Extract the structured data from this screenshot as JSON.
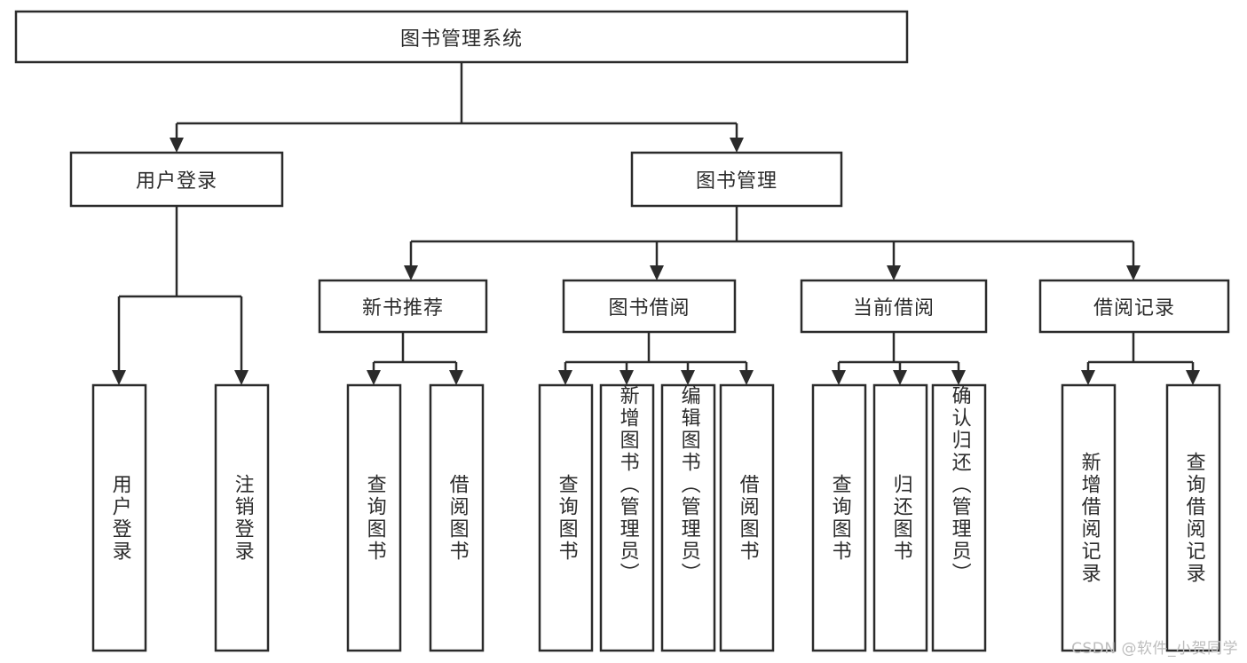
{
  "diagram": {
    "type": "tree",
    "title": "图书管理系统",
    "root": {
      "label": "图书管理系统",
      "orientation": "horizontal"
    },
    "level1": [
      {
        "label": "用户登录",
        "orientation": "horizontal"
      },
      {
        "label": "图书管理",
        "orientation": "horizontal"
      }
    ],
    "level2": [
      {
        "label": "新书推荐",
        "orientation": "horizontal",
        "parent": "图书管理"
      },
      {
        "label": "图书借阅",
        "orientation": "horizontal",
        "parent": "图书管理"
      },
      {
        "label": "当前借阅",
        "orientation": "horizontal",
        "parent": "图书管理"
      },
      {
        "label": "借阅记录",
        "orientation": "horizontal",
        "parent": "图书管理"
      }
    ],
    "leaves": {
      "用户登录": [
        {
          "label": "用户登录",
          "orientation": "vertical"
        },
        {
          "label": "注销登录",
          "orientation": "vertical"
        }
      ],
      "新书推荐": [
        {
          "label": "查询图书",
          "orientation": "vertical"
        },
        {
          "label": "借阅图书",
          "orientation": "vertical"
        }
      ],
      "图书借阅": [
        {
          "label": "查询图书",
          "orientation": "vertical"
        },
        {
          "label": "新增图书（管理员）",
          "orientation": "vertical"
        },
        {
          "label": "编辑图书（管理员）",
          "orientation": "vertical"
        },
        {
          "label": "借阅图书",
          "orientation": "vertical"
        }
      ],
      "当前借阅": [
        {
          "label": "查询图书",
          "orientation": "vertical"
        },
        {
          "label": "归还图书",
          "orientation": "vertical"
        },
        {
          "label": "确认归还（管理员）",
          "orientation": "vertical"
        }
      ],
      "借阅记录": [
        {
          "label": "新增借阅记录",
          "orientation": "vertical"
        },
        {
          "label": "查询借阅记录",
          "orientation": "vertical"
        }
      ]
    }
  },
  "labels": {
    "root": "图书管理系统",
    "n_user_login": "用户登录",
    "n_book_mgmt": "图书管理",
    "n_new_book_rec": "新书推荐",
    "n_book_borrow": "图书借阅",
    "n_current_borrow": "当前借阅",
    "n_borrow_record": "借阅记录",
    "leaf_user_login": "用户登录",
    "leaf_logout": "注销登录",
    "leaf_query_book_a": "查询图书",
    "leaf_borrow_book_a": "借阅图书",
    "leaf_query_book_b": "查询图书",
    "leaf_add_book": "新增图书（管理员）",
    "leaf_edit_book": "编辑图书（管理员）",
    "leaf_borrow_book_b": "借阅图书",
    "leaf_query_book_c": "查询图书",
    "leaf_return_book": "归还图书",
    "leaf_confirm_return": "确认归还（管理员）",
    "leaf_add_record": "新增借阅记录",
    "leaf_query_record": "查询借阅记录"
  },
  "watermark": {
    "text": "CSDN @软件_小贺同学"
  },
  "colors": {
    "stroke": "#2b2b2b",
    "fill": "#ffffff",
    "text": "#2b2b2b",
    "watermark": "#bdbdbd"
  }
}
